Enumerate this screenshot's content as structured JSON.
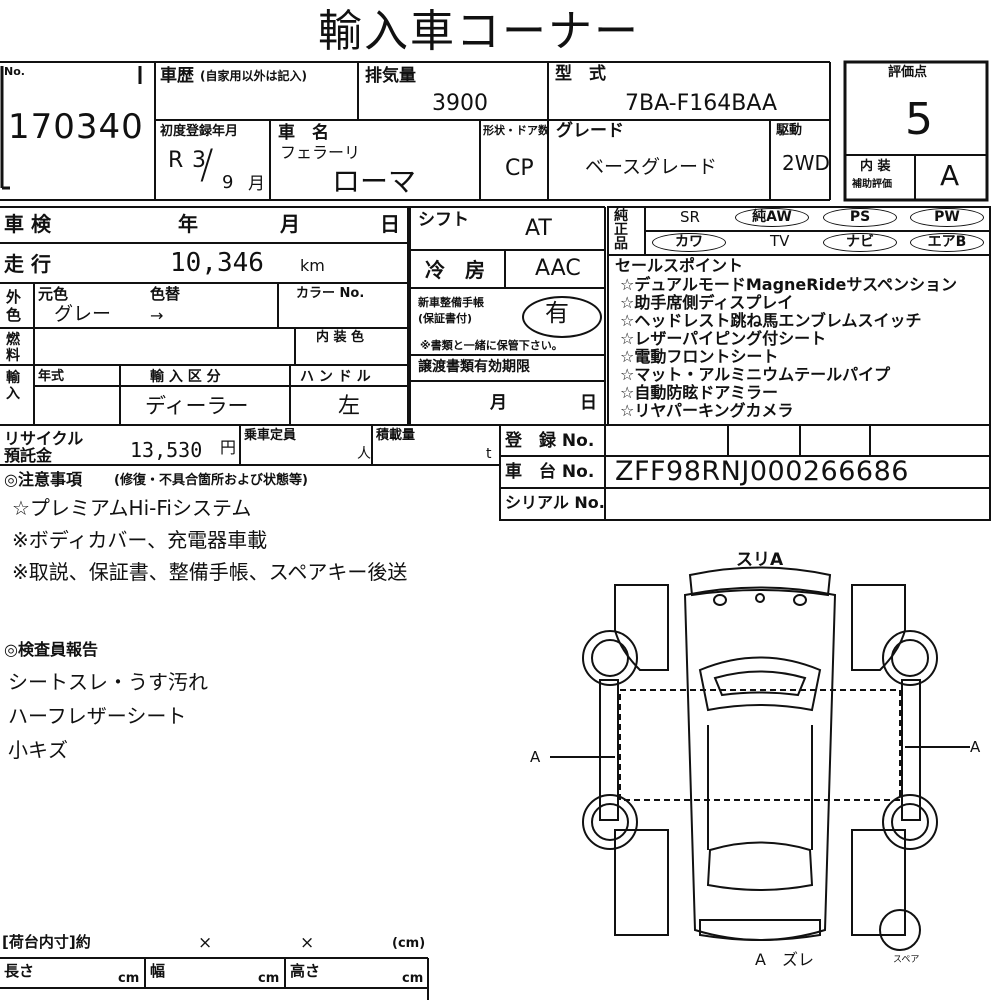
{
  "header": {
    "title": "輸入車コーナー"
  },
  "lot": {
    "no_label": "No.",
    "no_value": "170340"
  },
  "history": {
    "label": "車歴",
    "sub": "(自家用以外は記入)"
  },
  "displacement": {
    "label": "排気量",
    "value": "3900"
  },
  "model": {
    "label": "型　式",
    "value": "7BA-F164BAA"
  },
  "score": {
    "label": "評価点",
    "value": "5",
    "interior_label": "内 装",
    "interior_sub": "補助評価",
    "interior_value": "A"
  },
  "registration": {
    "label": "初度登録年月",
    "era": "R",
    "year": "3",
    "month": "9",
    "month_unit": "月"
  },
  "car_name": {
    "label": "車　名",
    "maker": "フェラーリ",
    "name": "ローマ"
  },
  "body": {
    "label": "形状・ドア数",
    "value": "CP"
  },
  "grade": {
    "label": "グレード",
    "value": "ベースグレード"
  },
  "drive": {
    "label": "駆動",
    "value": "2WD"
  },
  "inspection": {
    "label": "車 検",
    "year": "年",
    "month": "月",
    "day": "日"
  },
  "shift": {
    "label": "シフト",
    "value": "AT"
  },
  "equipment": {
    "label": "純正品",
    "items": [
      "SR",
      "純AW",
      "PS",
      "PW",
      "カワ",
      "TV",
      "ナビ",
      "エアB"
    ]
  },
  "mileage": {
    "label": "走 行",
    "value": "10,346",
    "unit": "km"
  },
  "aircon": {
    "label": "冷　房",
    "value": "AAC"
  },
  "color": {
    "ext_label": "外色",
    "orig_label": "元色",
    "orig_value": "グレー",
    "change_label": "色替",
    "change_value": "→",
    "color_no_label": "カラー No.",
    "interior_color_label": "内 装 色"
  },
  "fuel": {
    "label": "燃料"
  },
  "manual": {
    "label": "新車整備手帳\n(保証書付)",
    "value": "有",
    "note": "※書類と一緒に保管下さい。"
  },
  "import": {
    "label": "輸入",
    "year_label": "年式",
    "type_label": "輸 入 区 分",
    "type_value": "ディーラー",
    "handle_label": "ハ ン ド ル",
    "handle_value": "左"
  },
  "transfer": {
    "label": "譲渡書類有効期限",
    "month": "月",
    "day": "日"
  },
  "sales_points": {
    "label": "セールスポイント",
    "items": [
      "☆デュアルモードMagneRideサスペンション",
      "☆助手席側ディスプレイ",
      "☆ヘッドレスト跳ね馬エンブレムスイッチ",
      "☆レザーパイピング付シート",
      "☆電動フロントシート",
      "☆マット・アルミニウムテールパイプ",
      "☆自動防眩ドアミラー",
      "☆リヤパーキングカメラ"
    ]
  },
  "recycle": {
    "label": "リサイクル\n預託金",
    "value": "13,530",
    "unit": "円"
  },
  "capacity": {
    "label": "乗車定員",
    "unit": "人"
  },
  "load": {
    "label": "積載量",
    "unit": "t"
  },
  "reg_no": {
    "label": "登　録 No."
  },
  "chassis": {
    "label": "車　台 No.",
    "value": "ZFF98RNJ000266686"
  },
  "serial": {
    "label": "シリアル No."
  },
  "notes": {
    "label": "◎注意事項",
    "sub": "(修復・不具合箇所および状態等)",
    "items": [
      "☆プレミアムHi-Fiシステム",
      "※ボディカバー、充電器車載",
      "※取説、保証書、整備手帳、スペアキー後送"
    ]
  },
  "inspector": {
    "label": "◎検査員報告",
    "items": [
      "シートスレ・うす汚れ",
      "ハーフレザーシート",
      "小キズ"
    ]
  },
  "diagram": {
    "top_mark": "スリA",
    "left_mark": "A",
    "right_mark": "A",
    "bottom_mark": "A　ズレ",
    "spare_label": "スペア"
  },
  "cargo": {
    "label": "[荷台内寸]約",
    "x1": "×",
    "x2": "×",
    "unit": "(cm)",
    "length": "長さ",
    "width": "幅",
    "height": "高さ",
    "cm": "cm"
  }
}
